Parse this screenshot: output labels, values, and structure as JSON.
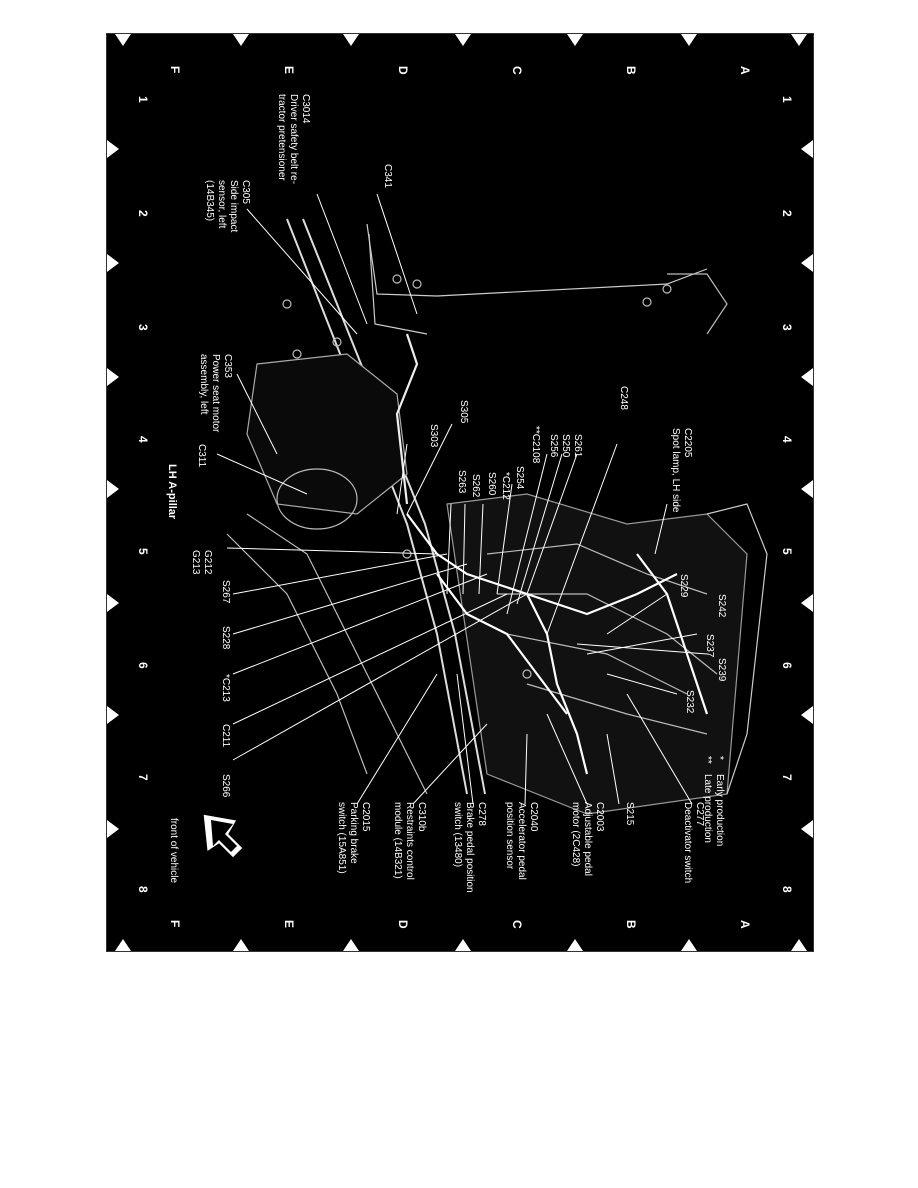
{
  "diagram": {
    "title": "LH A-pillar",
    "grid_letters": [
      "A",
      "B",
      "C",
      "D",
      "E",
      "F"
    ],
    "grid_numbers": [
      "1",
      "2",
      "3",
      "4",
      "5",
      "6",
      "7",
      "8"
    ],
    "legend": [
      {
        "symbol": "*",
        "text": "Early production"
      },
      {
        "symbol": "**",
        "text": "Late production"
      }
    ],
    "callouts": [
      {
        "id": "c2205",
        "lines": [
          "C2205",
          "Spot lamp, LH side"
        ]
      },
      {
        "id": "c248",
        "lines": [
          "C248"
        ]
      },
      {
        "id": "s261",
        "lines": [
          "S261"
        ]
      },
      {
        "id": "s250",
        "lines": [
          "S250"
        ]
      },
      {
        "id": "s256",
        "lines": [
          "S256"
        ]
      },
      {
        "id": "c2108",
        "lines": [
          "**C2108"
        ]
      },
      {
        "id": "s254",
        "lines": [
          "S254"
        ]
      },
      {
        "id": "c212",
        "lines": [
          "*C212"
        ]
      },
      {
        "id": "s260",
        "lines": [
          "S260"
        ]
      },
      {
        "id": "s262",
        "lines": [
          "S262"
        ]
      },
      {
        "id": "s263",
        "lines": [
          "S263"
        ]
      },
      {
        "id": "s305",
        "lines": [
          "S305"
        ]
      },
      {
        "id": "s303",
        "lines": [
          "S303"
        ]
      },
      {
        "id": "c341",
        "lines": [
          "C341"
        ]
      },
      {
        "id": "c3014",
        "lines": [
          "C3014",
          "Driver safety belt re-",
          "tractor pretensioner"
        ]
      },
      {
        "id": "c305",
        "lines": [
          "C305",
          "Side impact",
          "sensor, left",
          "(14B345)"
        ]
      },
      {
        "id": "c353",
        "lines": [
          "C353",
          "Power seat motor",
          "assembly, left"
        ]
      },
      {
        "id": "c311",
        "lines": [
          "C311"
        ]
      },
      {
        "id": "g212",
        "lines": [
          "G212",
          "G213"
        ]
      },
      {
        "id": "s267",
        "lines": [
          "S267"
        ]
      },
      {
        "id": "s228",
        "lines": [
          "S228"
        ]
      },
      {
        "id": "c213",
        "lines": [
          "*C213"
        ]
      },
      {
        "id": "c211",
        "lines": [
          "C211"
        ]
      },
      {
        "id": "s266",
        "lines": [
          "S266"
        ]
      },
      {
        "id": "s242",
        "lines": [
          "S242"
        ]
      },
      {
        "id": "s229",
        "lines": [
          "S229"
        ]
      },
      {
        "id": "s237",
        "lines": [
          "S237"
        ]
      },
      {
        "id": "s239",
        "lines": [
          "S239"
        ]
      },
      {
        "id": "s232",
        "lines": [
          "S232"
        ]
      },
      {
        "id": "c277",
        "lines": [
          "C277",
          "Deactivator switch"
        ]
      },
      {
        "id": "s215",
        "lines": [
          "S215"
        ]
      },
      {
        "id": "c2003",
        "lines": [
          "C2003",
          "Adjustable pedal",
          "motor (2C428)"
        ]
      },
      {
        "id": "c2040",
        "lines": [
          "C2040",
          "Accelerator pedal",
          "position sensor"
        ]
      },
      {
        "id": "c278",
        "lines": [
          "C278",
          "Brake pedal position",
          "switch (13480)"
        ]
      },
      {
        "id": "c310b",
        "lines": [
          "C310b",
          "Restraints control",
          "module (14B321)"
        ]
      },
      {
        "id": "c2015",
        "lines": [
          "C2015",
          "Parking brake",
          "switch (15A851)"
        ]
      },
      {
        "id": "front",
        "lines": [
          "front of vehicle"
        ]
      }
    ]
  }
}
